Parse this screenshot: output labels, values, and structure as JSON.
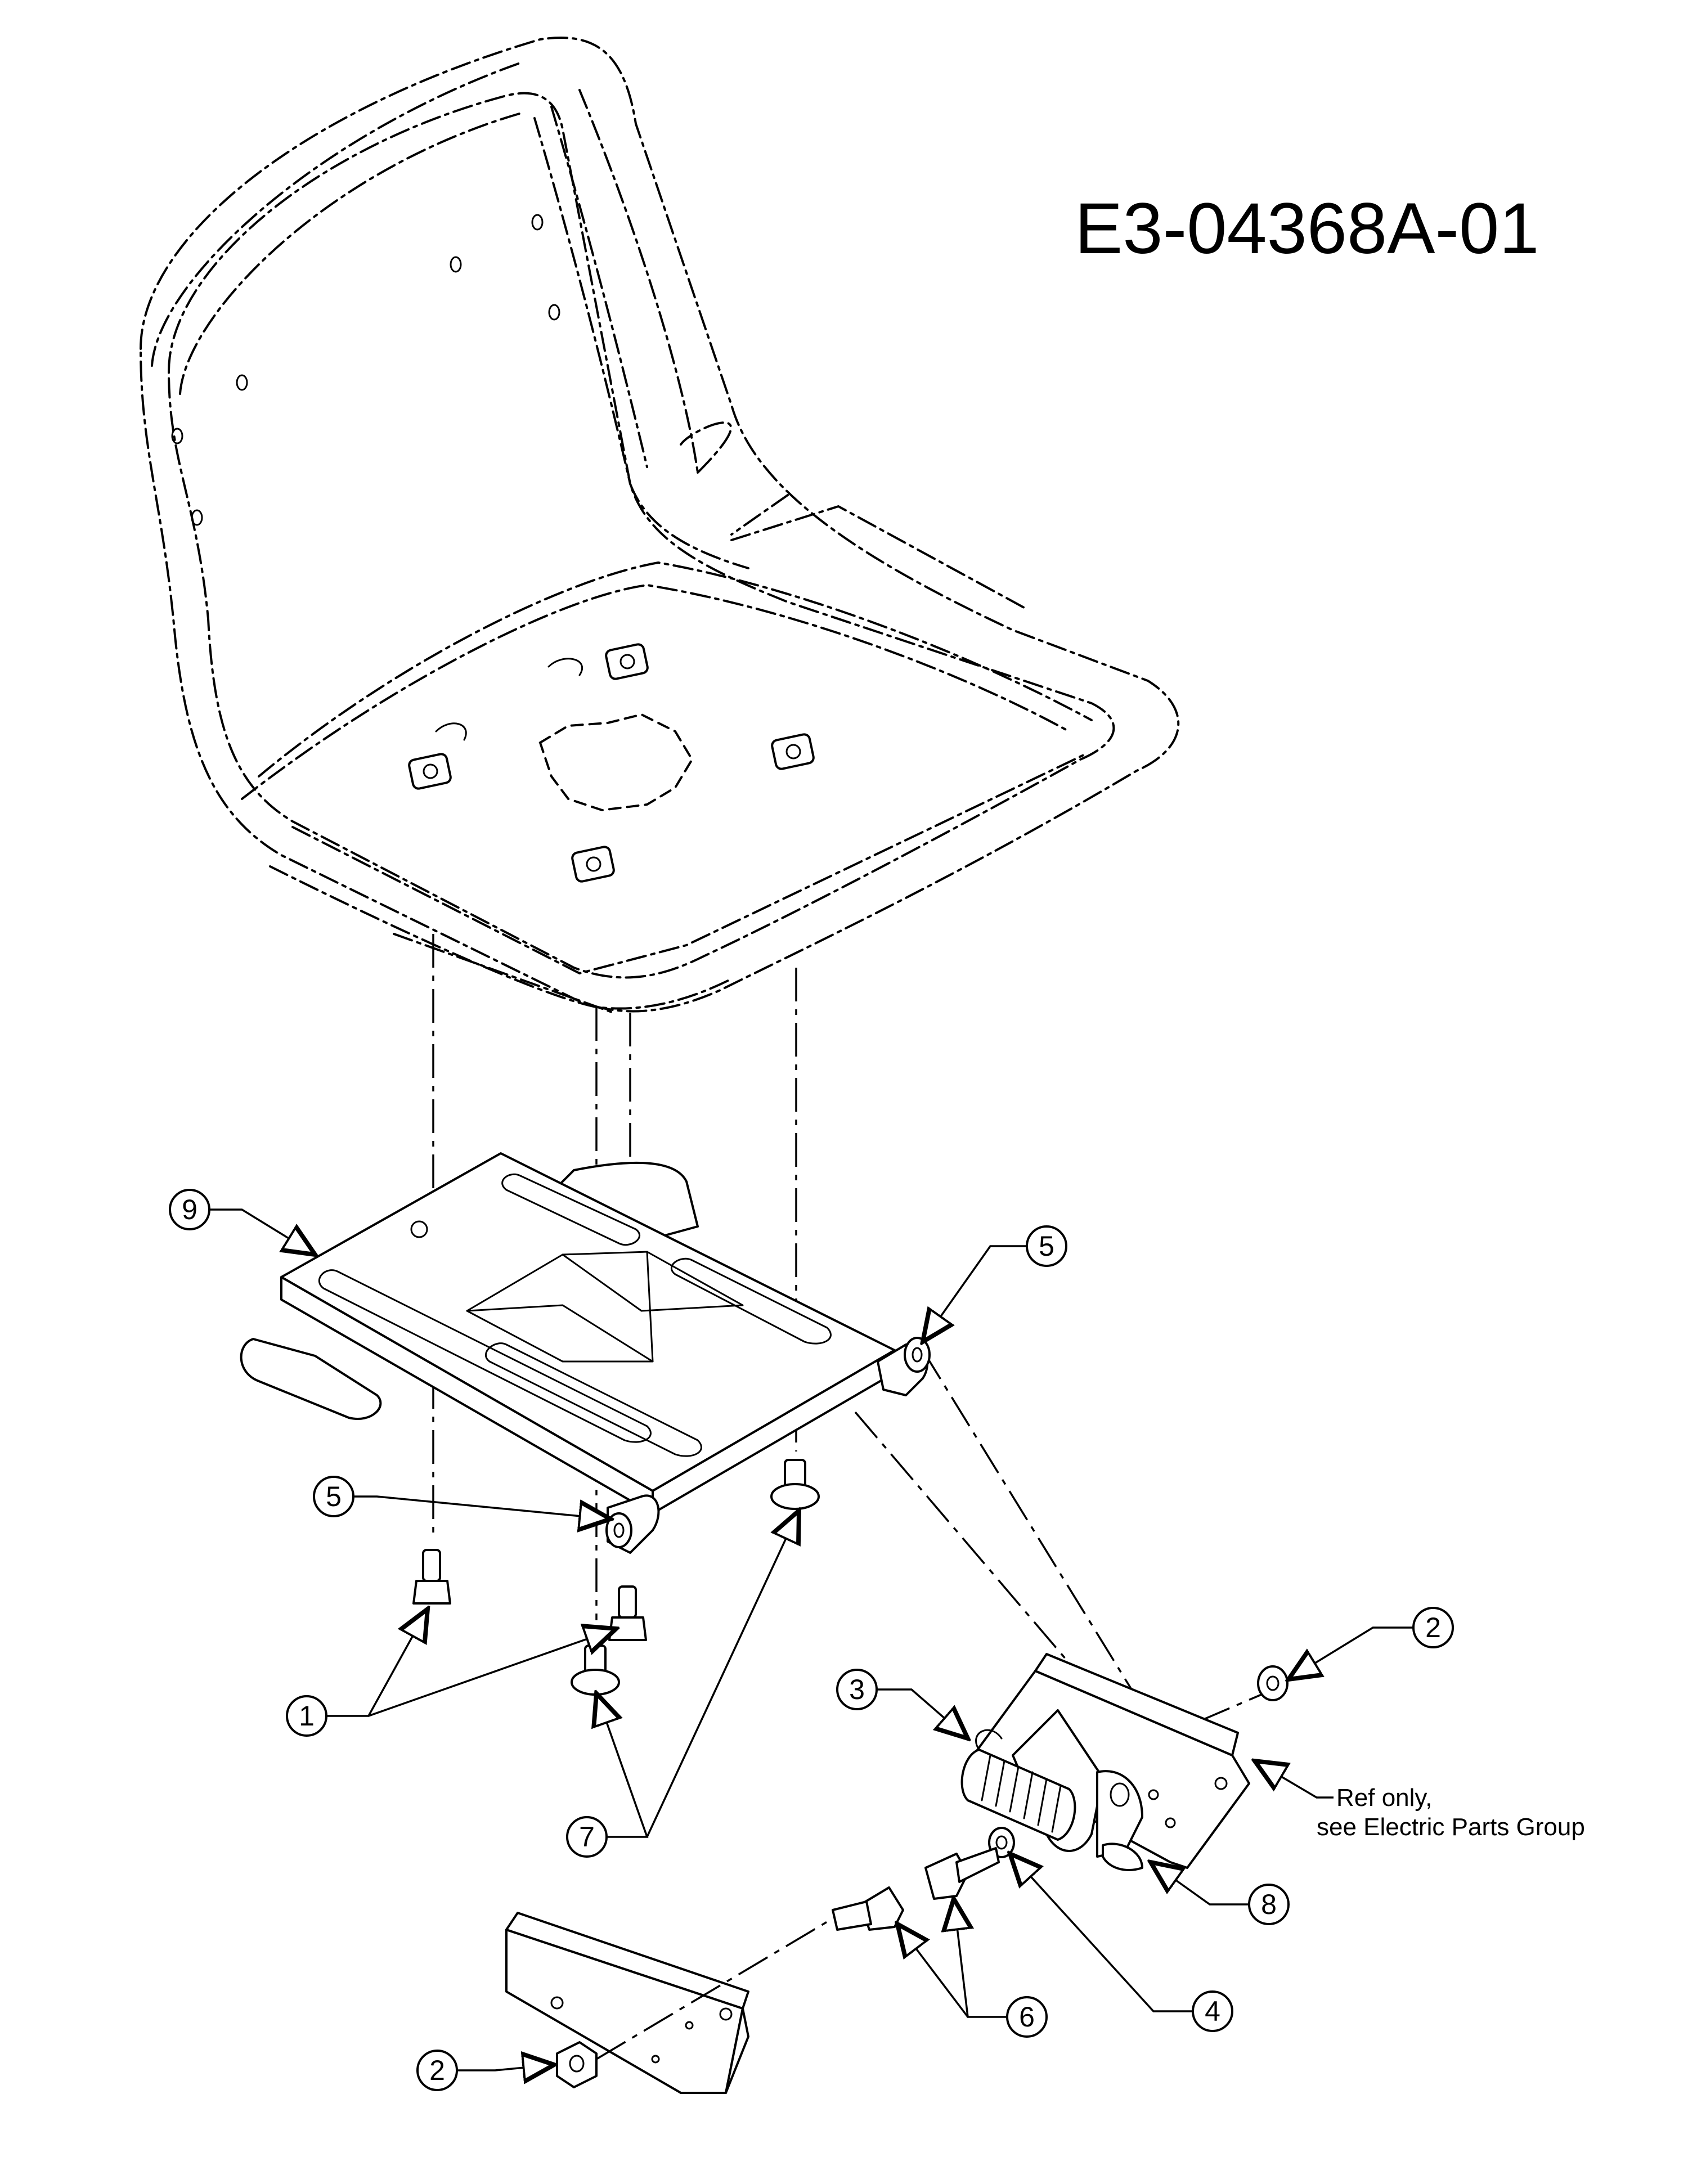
{
  "drawing_number": "E3-04368A-01",
  "note": {
    "line1": "Ref only,",
    "line2": "see Electric Parts Group"
  },
  "callouts": [
    {
      "label": "1"
    },
    {
      "label": "2"
    },
    {
      "label": "2"
    },
    {
      "label": "3"
    },
    {
      "label": "4"
    },
    {
      "label": "5"
    },
    {
      "label": "5"
    },
    {
      "label": "6"
    },
    {
      "label": "7"
    },
    {
      "label": "8"
    },
    {
      "label": "9"
    }
  ]
}
